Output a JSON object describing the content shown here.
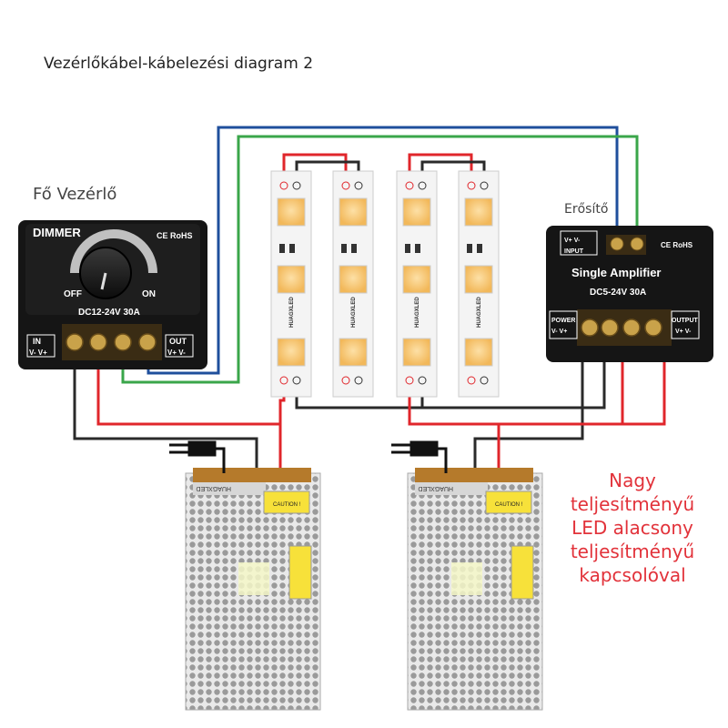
{
  "title": "Vezérlőkábel-kábelezési diagram 2",
  "main_controller": {
    "label": "Fő Vezérlő",
    "brand": "DIMMER",
    "marks": "CE RoHS",
    "off": "OFF",
    "on": "ON",
    "rating": "DC12-24V  30A",
    "in_label": "IN",
    "in_pins": "V-  V+",
    "out_label": "OUT",
    "out_pins": "V+  V-"
  },
  "amplifier": {
    "label": "Erősítő",
    "name": "Single Amplifier",
    "rating": "DC5-24V  30A",
    "input_label": "INPUT",
    "input_pins": "V+  V-",
    "power_label": "POWER",
    "power_pins": "V-  V+",
    "output_label": "OUTPUT",
    "output_pins": "V+  V-",
    "marks": "CE RoHS"
  },
  "led_strip_brand": "HUAGXLED",
  "power_supply": {
    "brand": "HUAGXLED",
    "caution": "CAUTION !"
  },
  "note_lines": [
    "Nagy",
    "teljesítményű",
    "LED alacsony",
    "teljesítményű",
    "kapcsolóval"
  ],
  "colors": {
    "wire_red": "#e0262b",
    "wire_black": "#2a2a2a",
    "wire_blue": "#1f4f9c",
    "wire_green": "#3aa64a",
    "note_red": "#e2323a",
    "led_yellow": "#f6c56a"
  }
}
